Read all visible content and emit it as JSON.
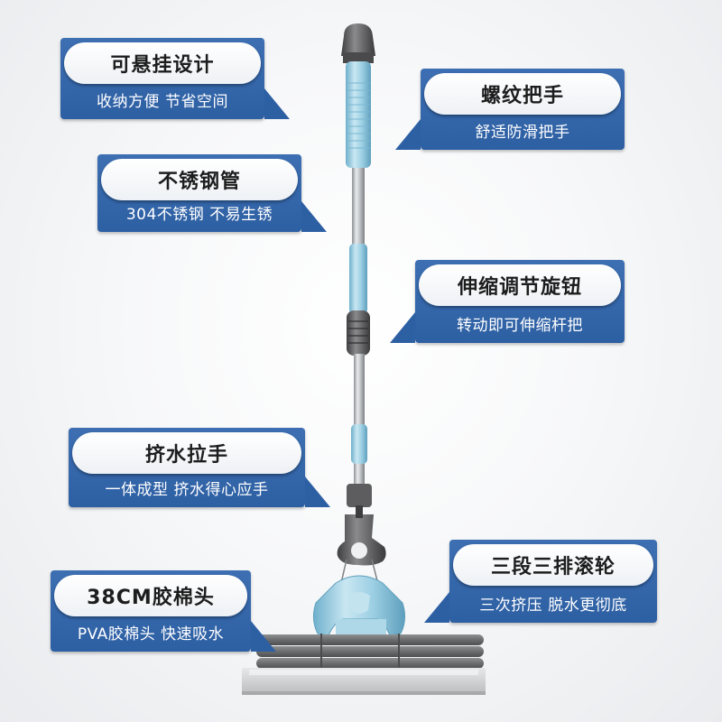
{
  "callouts": [
    {
      "title": "可悬挂设计",
      "subtitle": "收纳方便 节省空间"
    },
    {
      "title": "螺纹把手",
      "subtitle": "舒适防滑把手"
    },
    {
      "title": "不锈钢管",
      "subtitle": "304不锈钢 不易生锈"
    },
    {
      "title": "伸缩调节旋钮",
      "subtitle": "转动即可伸缩杆把"
    },
    {
      "title": "挤水拉手",
      "subtitle": "一体成型 挤水得心应手"
    },
    {
      "title": "三段三排滚轮",
      "subtitle": "三次挤压 脱水更彻底"
    },
    {
      "title": "38CM胶棉头",
      "subtitle": "PVA胶棉头 快速吸水"
    }
  ],
  "colors": {
    "callout_blue": "#2d5fa3",
    "handle_light_blue": "#9ccfe3",
    "cap_gray": "#5b5b5d",
    "steel": "#b9bcbf",
    "sponge_gray": "#6f7173"
  }
}
